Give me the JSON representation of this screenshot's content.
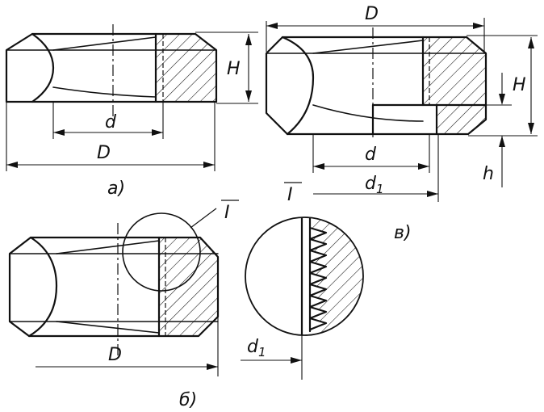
{
  "figure_a": {
    "caption": "а)",
    "label_H": "H",
    "label_d": "d",
    "label_D": "D"
  },
  "figure_b": {
    "caption": "б)",
    "label_D": "D",
    "detail_ref": "I"
  },
  "figure_v": {
    "caption": "в)",
    "label_D": "D",
    "label_H": "H",
    "label_h": "h",
    "label_d": "d",
    "label_d1": "d",
    "label_d1_sub": "1",
    "detail_ref": "I"
  },
  "detail_I": {
    "label": "I",
    "label_d1": "d",
    "label_d1_sub": "1"
  }
}
